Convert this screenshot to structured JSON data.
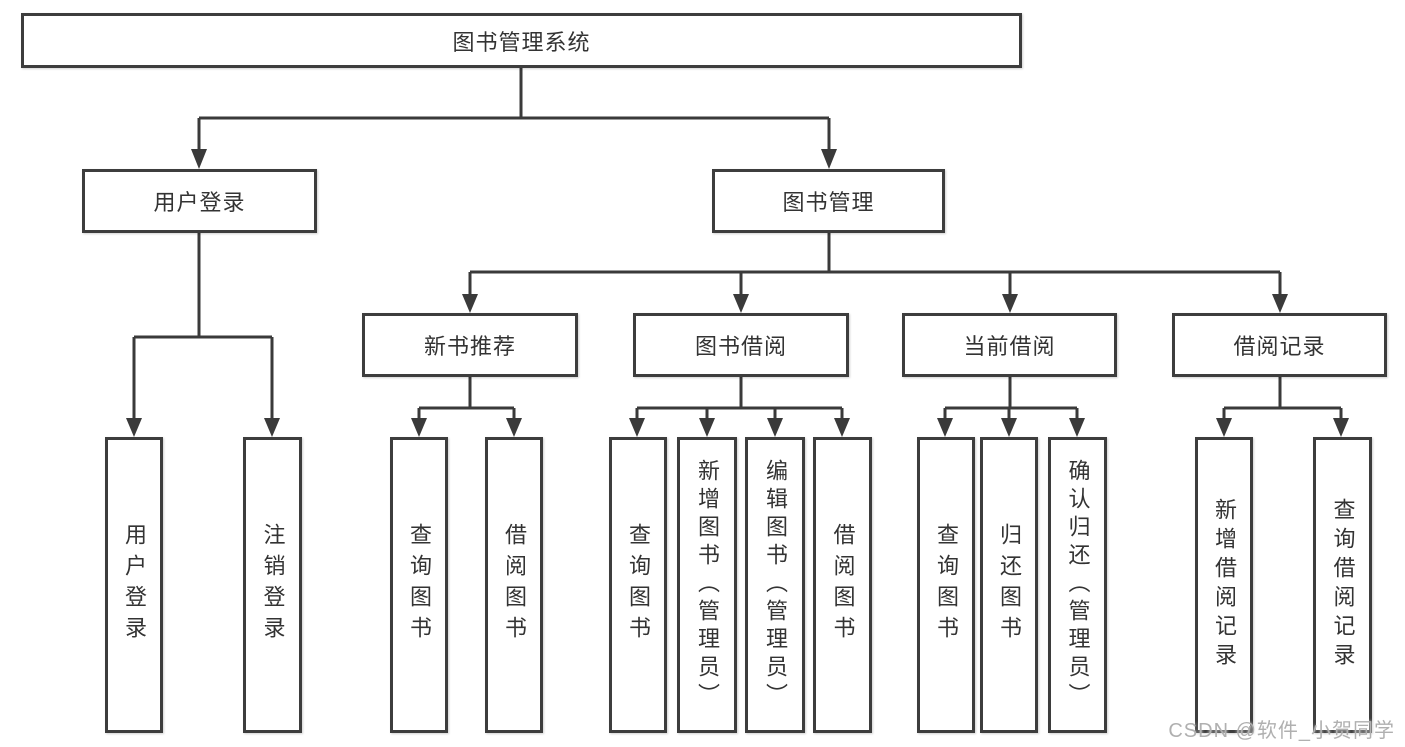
{
  "colors": {
    "line": "#3a3a3a",
    "box_border": "#3d3d3d",
    "text": "#333333",
    "background": "#ffffff",
    "watermark": "#b0b0b0"
  },
  "diagram": {
    "root": {
      "label": "图书管理系统"
    },
    "branches": [
      {
        "label": "用户登录",
        "children": [
          {
            "label": "用户登录"
          },
          {
            "label": "注销登录"
          }
        ]
      },
      {
        "label": "图书管理",
        "children": [
          {
            "label": "新书推荐",
            "children": [
              {
                "label": "查询图书"
              },
              {
                "label": "借阅图书"
              }
            ]
          },
          {
            "label": "图书借阅",
            "children": [
              {
                "label": "查询图书"
              },
              {
                "label": "新增图书（管理员）"
              },
              {
                "label": "编辑图书（管理员）"
              },
              {
                "label": "借阅图书"
              }
            ]
          },
          {
            "label": "当前借阅",
            "children": [
              {
                "label": "查询图书"
              },
              {
                "label": "归还图书"
              },
              {
                "label": "确认归还（管理员）"
              }
            ]
          },
          {
            "label": "借阅记录",
            "children": [
              {
                "label": "新增借阅记录"
              },
              {
                "label": "查询借阅记录"
              }
            ]
          }
        ]
      }
    ]
  },
  "watermark": {
    "text": "CSDN @软件_小贺同学"
  }
}
